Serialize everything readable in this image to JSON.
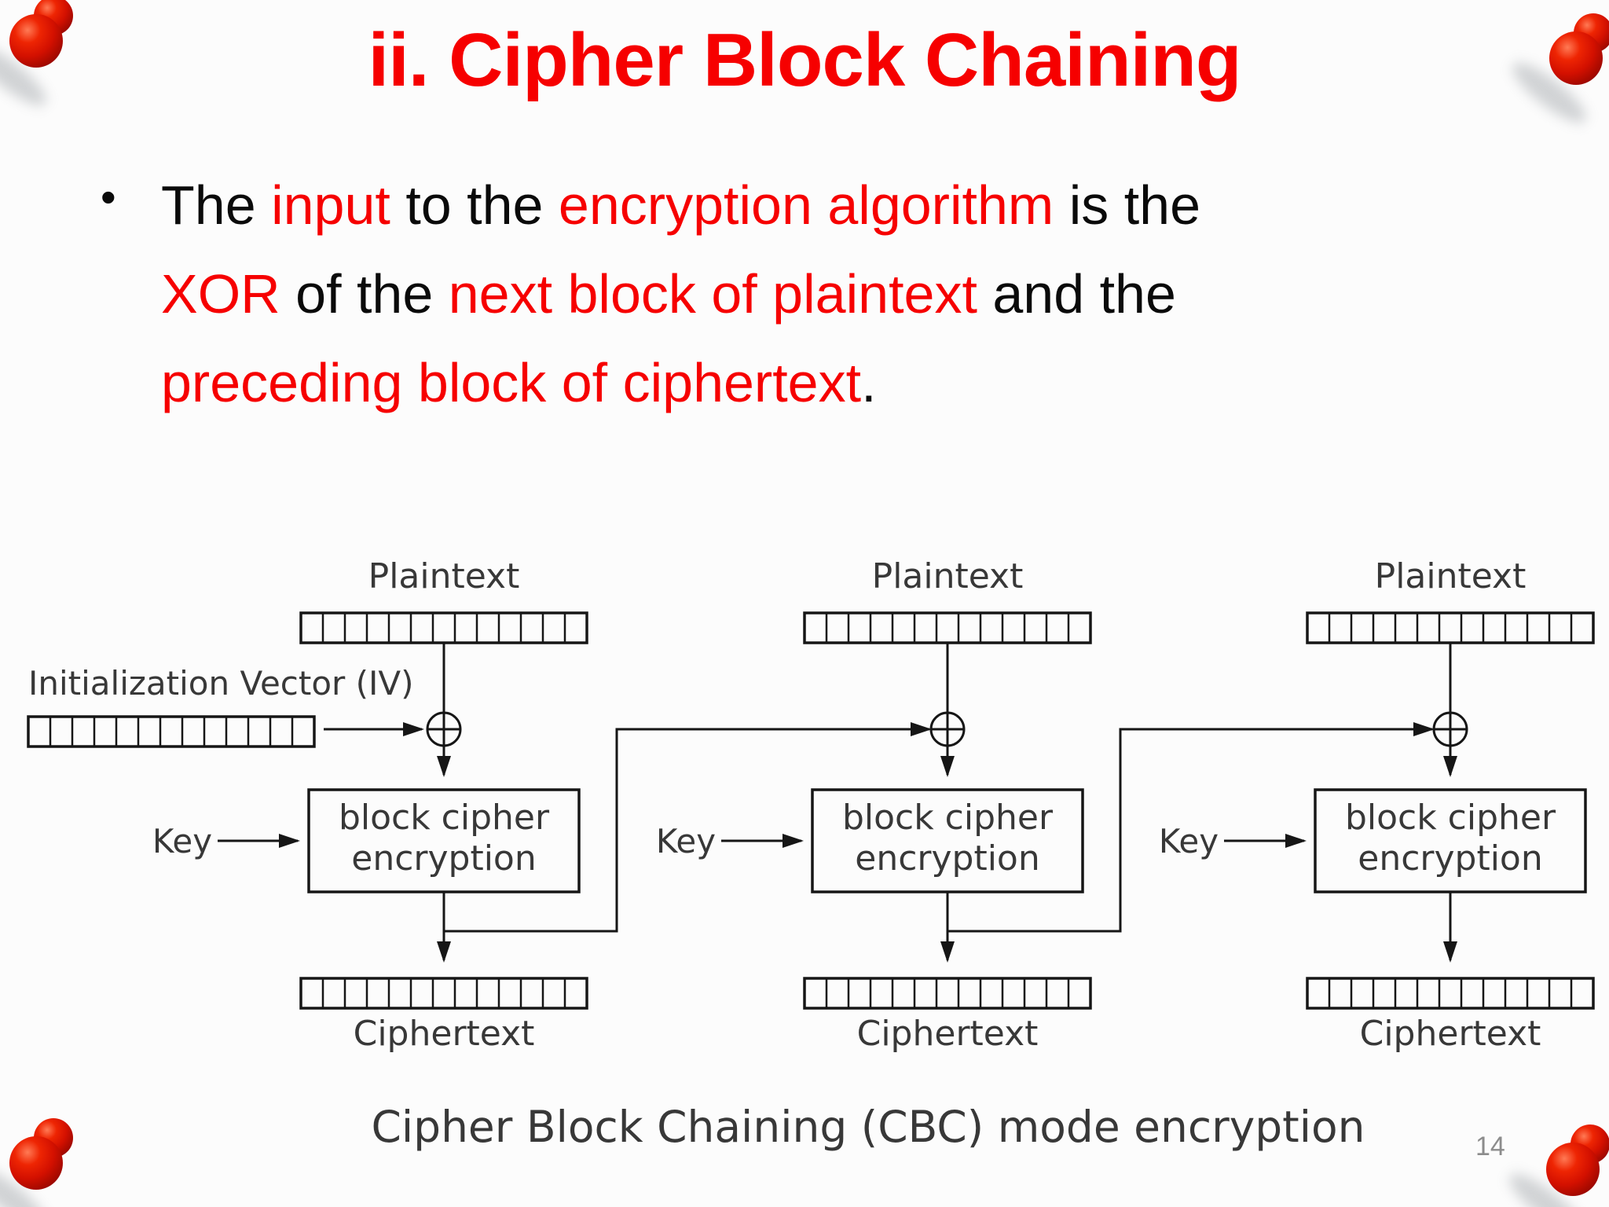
{
  "slide": {
    "title": "ii. Cipher Block Chaining",
    "page_number": "14",
    "background": "#fcfcfc",
    "colors": {
      "accent_red": "#f60000",
      "text_black": "#0a0a0a",
      "diagram_ink": "#161616",
      "diagram_text": "#383838",
      "page_number_gray": "#8c8c8c",
      "pushpin_red": "#d31000"
    }
  },
  "bullet": {
    "marker": "•",
    "lines": [
      {
        "segments": [
          {
            "text": "The ",
            "red": false
          },
          {
            "text": "input ",
            "red": true
          },
          {
            "text": "to the ",
            "red": false
          },
          {
            "text": "encryption algorithm ",
            "red": true
          },
          {
            "text": "is the",
            "red": false
          }
        ]
      },
      {
        "segments": [
          {
            "text": "XOR ",
            "red": true
          },
          {
            "text": "of the ",
            "red": false
          },
          {
            "text": "next block of plaintext ",
            "red": true
          },
          {
            "text": "and the",
            "red": false
          }
        ]
      },
      {
        "segments": [
          {
            "text": "preceding block of ciphertext",
            "red": true
          },
          {
            "text": ".",
            "red": false
          }
        ]
      }
    ]
  },
  "diagram": {
    "iv_label": "Initialization Vector (IV)",
    "caption": "Cipher Block Chaining (CBC) mode encryption",
    "bits_per_block": 13,
    "columns": [
      {
        "plaintext_label": "Plaintext",
        "key_label": "Key",
        "cipher_box_line1": "block cipher",
        "cipher_box_line2": "encryption",
        "ciphertext_label": "Ciphertext"
      },
      {
        "plaintext_label": "Plaintext",
        "key_label": "Key",
        "cipher_box_line1": "block cipher",
        "cipher_box_line2": "encryption",
        "ciphertext_label": "Ciphertext"
      },
      {
        "plaintext_label": "Plaintext",
        "key_label": "Key",
        "cipher_box_line1": "block cipher",
        "cipher_box_line2": "encryption",
        "ciphertext_label": "Ciphertext"
      }
    ]
  }
}
